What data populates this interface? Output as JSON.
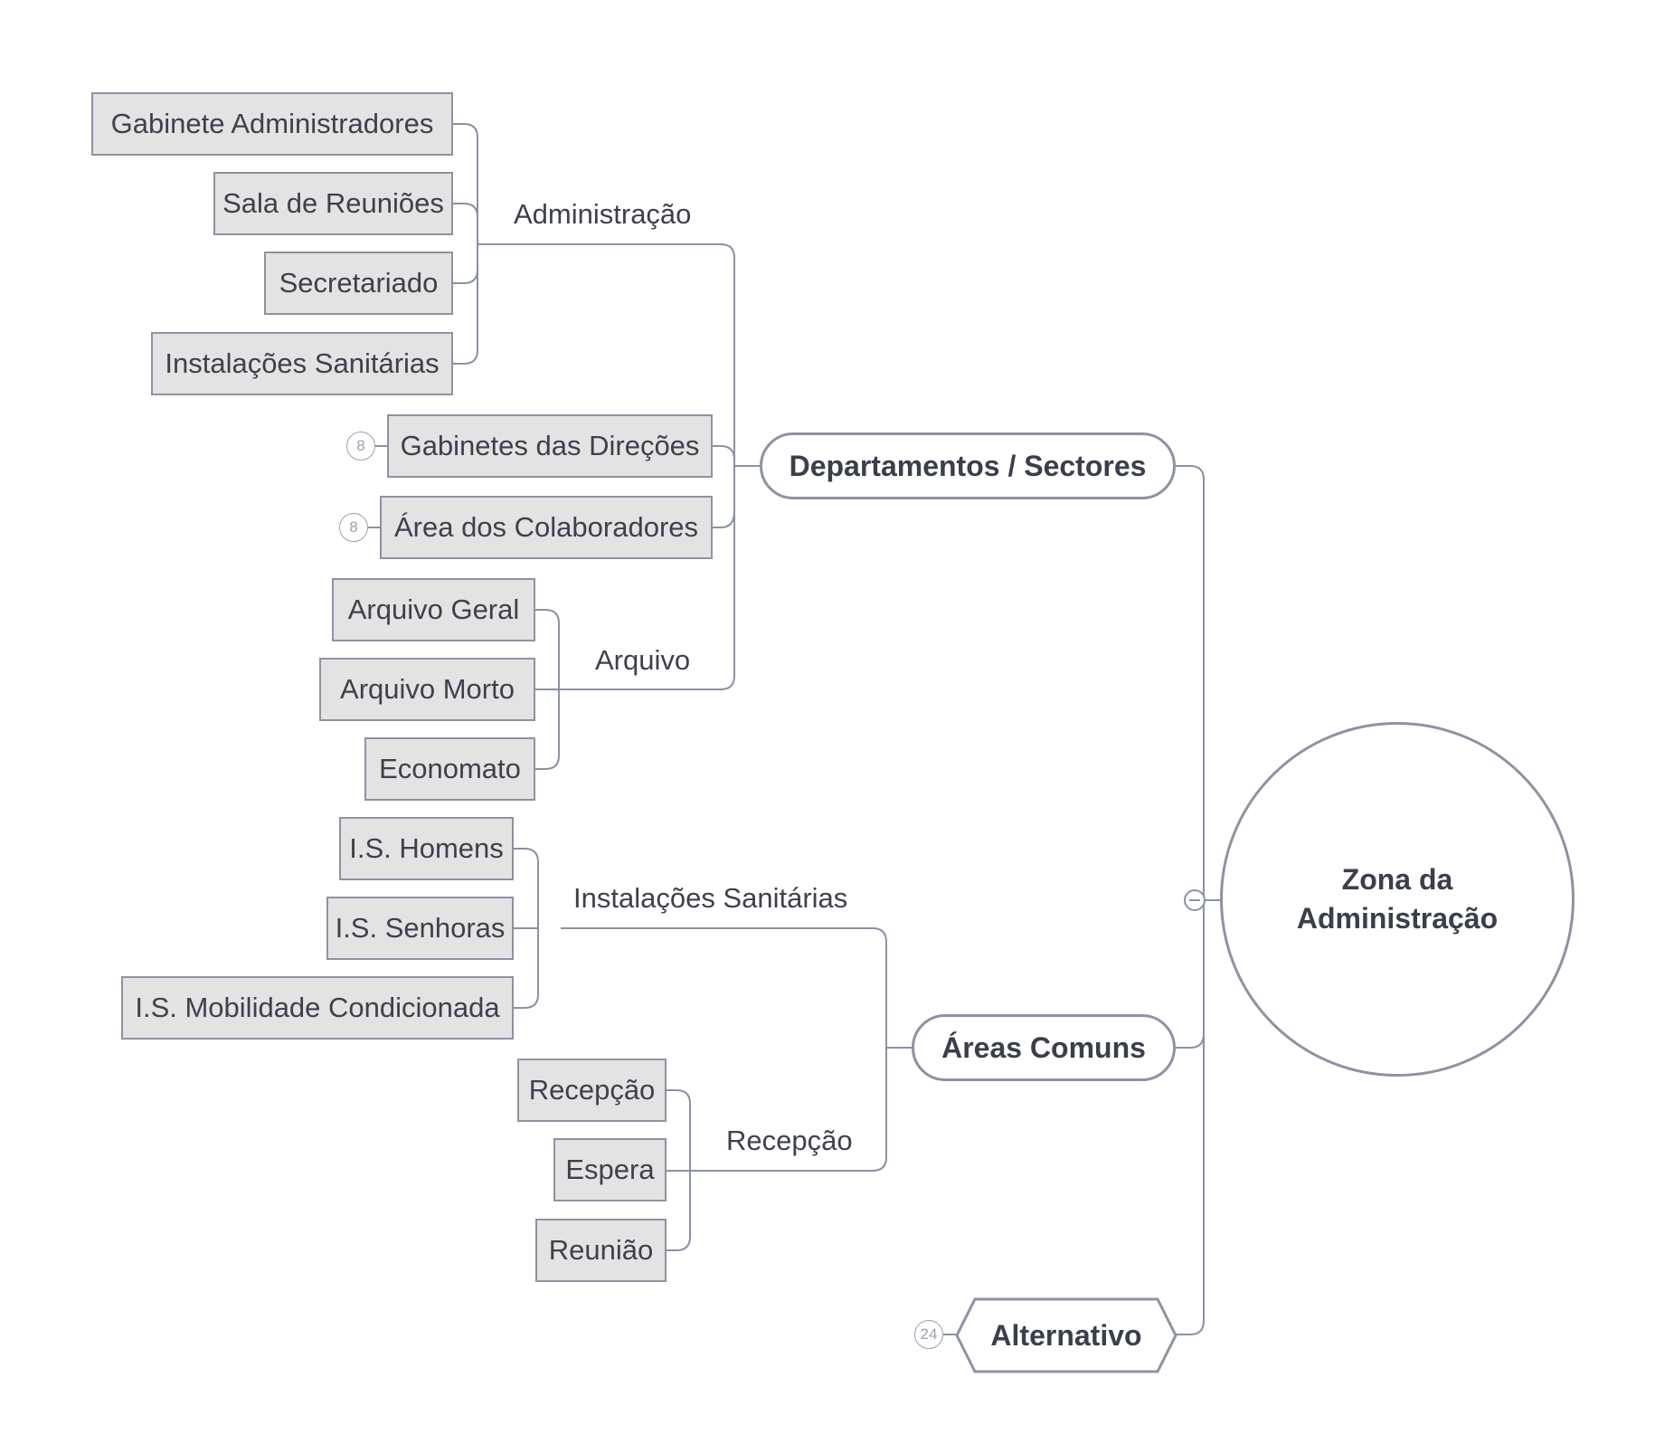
{
  "central": {
    "line1": "Zona da",
    "line2": "Administração"
  },
  "branches": {
    "departamentos": {
      "title": "Departamentos / Sectores",
      "administracao": {
        "label": "Administração",
        "items": [
          "Gabinete Administradores",
          "Sala de Reuniões",
          "Secretariado",
          "Instalações Sanitárias"
        ]
      },
      "gabinetes": {
        "label": "Gabinetes das Direções",
        "badge": "8"
      },
      "colaboradores": {
        "label": "Área dos Colaboradores",
        "badge": "8"
      },
      "arquivo": {
        "label": "Arquivo",
        "items": [
          "Arquivo Geral",
          "Arquivo Morto",
          "Economato"
        ]
      }
    },
    "areas": {
      "title": "Áreas Comuns",
      "sanitarias": {
        "label": "Instalações Sanitárias",
        "items": [
          "I.S. Homens",
          "I.S. Senhoras",
          "I.S. Mobilidade Condicionada"
        ]
      },
      "recepcao": {
        "label": "Recepção",
        "items": [
          "Recepção",
          "Espera",
          "Reunião"
        ]
      }
    },
    "alternativo": {
      "title": "Alternativo",
      "badge": "24"
    }
  }
}
